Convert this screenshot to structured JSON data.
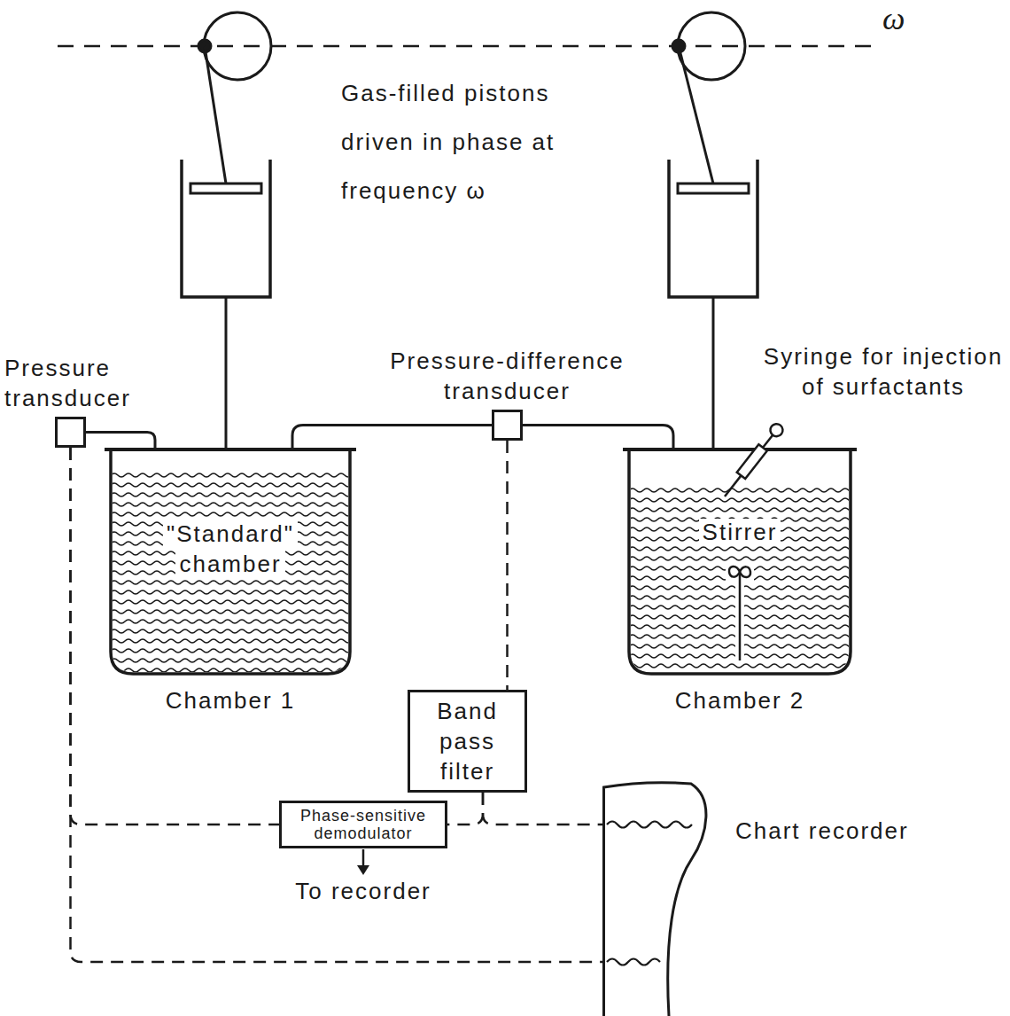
{
  "diagram": {
    "nodes": [
      {
        "text": [
          "Pressure transducer"
        ]
      },
      {
        "text": [
          "Pressure-difference transducer"
        ]
      },
      {
        "text": [
          "\"Standard\" chamber",
          "Chamber 1"
        ]
      },
      {
        "text": [
          "Stirrer",
          "Chamber 2"
        ]
      },
      {
        "text": [
          "Band pass filter"
        ]
      },
      {
        "text": [
          "Phase-sensitive demodulator"
        ]
      },
      {
        "text": [
          "Chart recorder"
        ]
      }
    ],
    "edges": [
      {
        "from": 0,
        "to": 2,
        "arrow": "none"
      },
      {
        "from": 1,
        "to": 2,
        "arrow": "none"
      },
      {
        "from": 1,
        "to": 3,
        "arrow": "none"
      },
      {
        "from": 1,
        "to": 4,
        "arrow": "none"
      },
      {
        "from": 4,
        "to": 5,
        "arrow": "none"
      },
      {
        "from": 4,
        "to": 6,
        "arrow": "none"
      },
      {
        "from": 0,
        "to": 5,
        "arrow": "none"
      },
      {
        "from": 0,
        "to": 6,
        "arrow": "none"
      }
    ],
    "labels": [
      "ω",
      "Gas-filled pistons driven in phase at frequency ω",
      "Syringe for injection of surfactants",
      "To recorder"
    ]
  }
}
